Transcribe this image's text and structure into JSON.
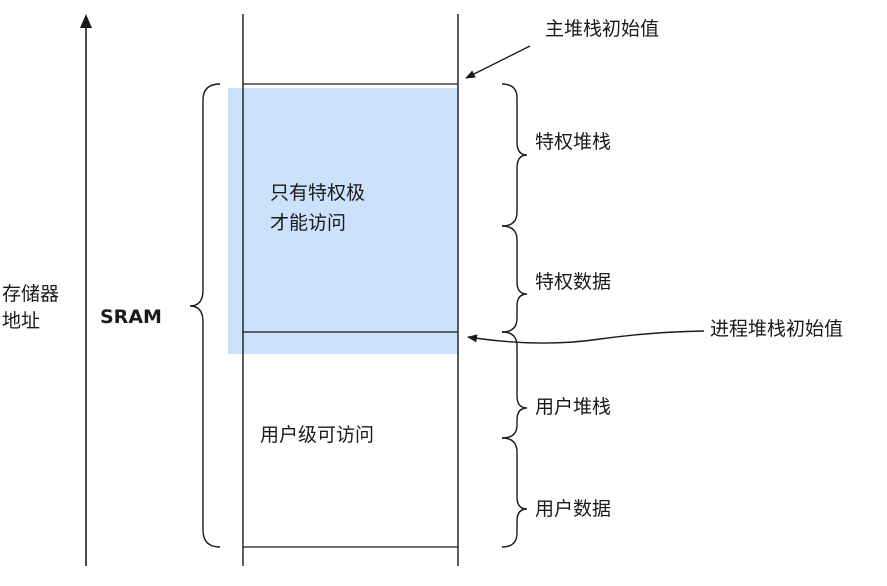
{
  "axis": {
    "label_line1": "存储器",
    "label_line2": "地址"
  },
  "memory": {
    "name": "SRAM"
  },
  "regions": {
    "privileged_only_line1": "只有特权极",
    "privileged_only_line2": "才能访问",
    "user_accessible": "用户级可访问"
  },
  "segments": {
    "priv_stack": "特权堆栈",
    "priv_data": "特权数据",
    "user_stack": "用户堆栈",
    "user_data": "用户数据"
  },
  "pointers": {
    "main_stack_init": "主堆栈初始值",
    "process_stack_init": "进程堆栈初始值"
  },
  "colors": {
    "privileged_highlight": "#cce1fb",
    "line": "#1a1a1a"
  }
}
